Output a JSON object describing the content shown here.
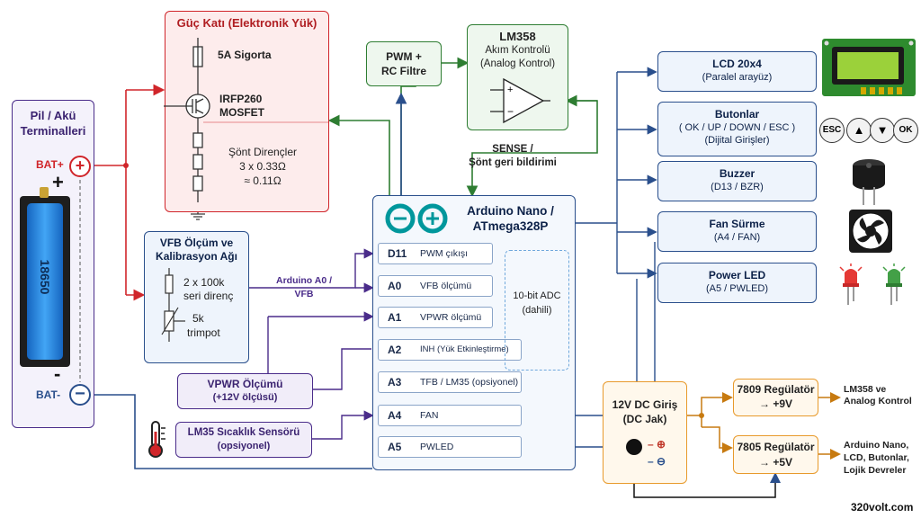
{
  "battery": {
    "title": "Pil / Akü\nTerminalleri",
    "bat_plus": "BAT+",
    "bat_minus": "BAT-",
    "cell_label": "18650",
    "plus_sign": "+",
    "minus_sign": "-"
  },
  "power_stage": {
    "title": "Güç Katı (Elektronik Yük)",
    "fuse": "5A Sigorta",
    "mosfet_line1": "IRFP260",
    "mosfet_line2": "MOSFET",
    "shunt_line1": "Şönt Dirençler",
    "shunt_line2": "3 x 0.33Ω",
    "shunt_line3": "≈ 0.11Ω"
  },
  "pwm_filter": {
    "line1": "PWM +",
    "line2": "RC Filtre"
  },
  "lm358": {
    "line1": "LM358",
    "line2": "Akım Kontrolü",
    "line3": "(Analog Kontrol)"
  },
  "sense_label": {
    "line1": "SENSE /",
    "line2": "Şönt geri bildirimi"
  },
  "vfb": {
    "title1": "VFB Ölçüm ve",
    "title2": "Kalibrasyon Ağı",
    "res_line1": "2 x 100k",
    "res_line2": "seri direnç",
    "pot_line1": "5k",
    "pot_line2": "trimpot",
    "link_line1": "Arduino A0 /",
    "link_line2": "VFB"
  },
  "arduino": {
    "title1": "Arduino Nano /",
    "title2": "ATmega328P",
    "adc_line1": "10-bit ADC",
    "adc_line2": "(dahili)",
    "pins": [
      {
        "pin": "D11",
        "label": "PWM çıkışı"
      },
      {
        "pin": "A0",
        "label": "VFB ölçümü"
      },
      {
        "pin": "A1",
        "label": "VPWR ölçümü"
      },
      {
        "pin": "A2",
        "label": "INH (Yük Etkinleştirme)"
      },
      {
        "pin": "A3",
        "label": "TFB / LM35 (opsiyonel)"
      },
      {
        "pin": "A4",
        "label": "FAN"
      },
      {
        "pin": "A5",
        "label": "PWLED"
      }
    ]
  },
  "vpwr": {
    "line1": "VPWR Ölçümü",
    "line2": "(+12V ölçüsü)"
  },
  "lm35": {
    "line1": "LM35 Sıcaklık Sensörü",
    "line2": "(opsiyonel)"
  },
  "outputs": [
    {
      "line1": "LCD 20x4",
      "line2": "(Paralel arayüz)"
    },
    {
      "line1": "Butonlar",
      "line2": "( OK / UP / DOWN / ESC )",
      "line3": "(Dijital Girişler)"
    },
    {
      "line1": "Buzzer",
      "line2": "(D13 / BZR)"
    },
    {
      "line1": "Fan Sürme",
      "line2": "(A4 / FAN)"
    },
    {
      "line1": "Power LED",
      "line2": "(A5 / PWLED)"
    }
  ],
  "button_icons": {
    "esc": "ESC",
    "ok": "OK"
  },
  "dc_input": {
    "line1": "12V DC Giriş",
    "line2": "(DC Jak)"
  },
  "reg_7809": {
    "line1": "7809 Regülatör",
    "line2": "→ +9V"
  },
  "reg_7805": {
    "line1": "7805 Regülatör",
    "line2": "→ +5V"
  },
  "lm358_supply": {
    "line1": "LM358 ve",
    "line2": "Analog Kontrol"
  },
  "logic_supply": {
    "line1": "Arduino Nano,",
    "line2": "LCD, Butonlar,",
    "line3": "Lojik Devreler"
  },
  "watermark": "320volt.com",
  "colors": {
    "red": "#d0252a",
    "blue": "#2a4f8c",
    "green": "#2e7d32",
    "orange": "#e89a2c",
    "purple": "#4a2c8a"
  }
}
